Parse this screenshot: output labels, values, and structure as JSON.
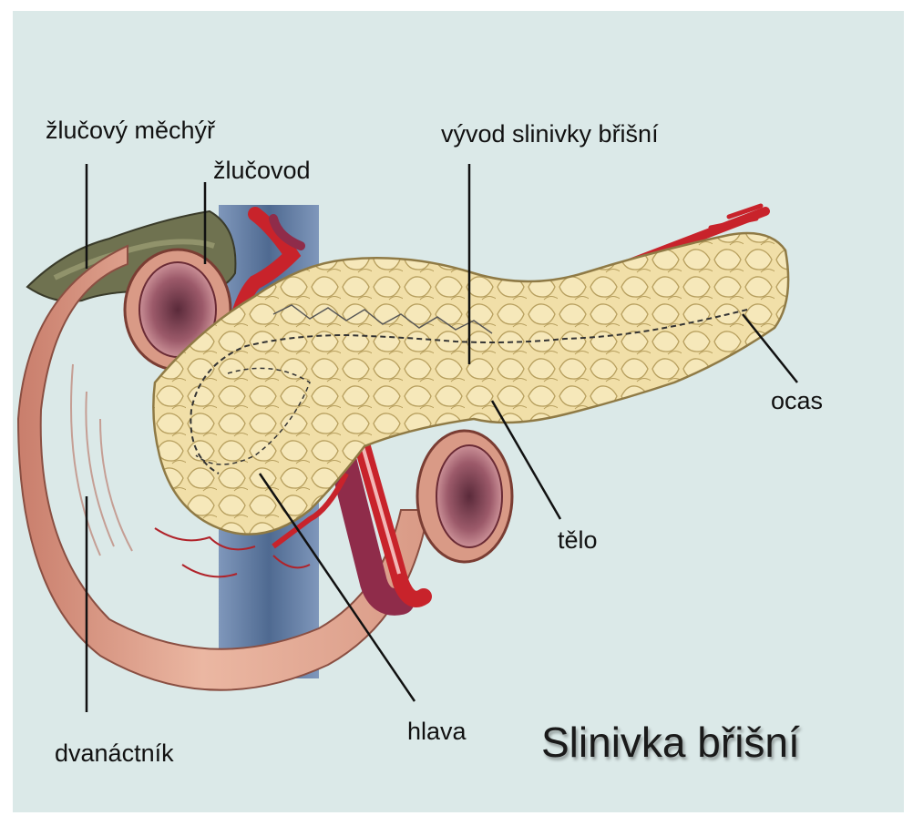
{
  "title": "Slinivka břišní",
  "labels": {
    "gallbladder": "žlučový měchýř",
    "bile_duct": "žlučovod",
    "pancreatic_duct": "vývod slinivky břišní",
    "tail": "ocas",
    "body": "tělo",
    "head": "hlava",
    "duodenum": "dvanáctník"
  },
  "colors": {
    "background": "#dbe9e8",
    "pancreas": "#f1dfa8",
    "duodenum": "#d99a86",
    "artery": "#c8232b",
    "vein": "#8f2c4a",
    "aorta": "#5f7aa0",
    "gallbladder": "#7a7c55"
  }
}
